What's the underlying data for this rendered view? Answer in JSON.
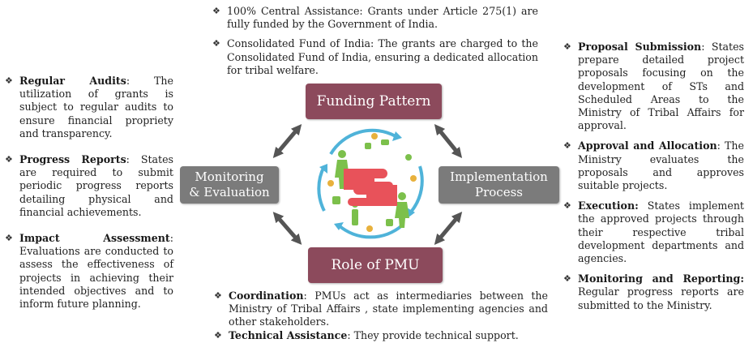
{
  "nodes": {
    "funding": "Funding Pattern",
    "implementation": [
      "Implementation",
      "Process"
    ],
    "pmu": "Role of PMU",
    "monitoring": [
      "Monitoring",
      "& Evaluation"
    ]
  },
  "top_block": [
    {
      "bold": "",
      "text": "100% Central Assistance: Grants under Article 275(1) are fully funded by the Government of India."
    },
    {
      "bold": "",
      "text": "Consolidated Fund of India: The grants are charged to the Consolidated Fund of India, ensuring a dedicated allocation for tribal welfare."
    }
  ],
  "left_block": [
    {
      "bold": "Regular Audits",
      "text": ": The utilization of grants is subject to regular audits to ensure financial propriety and transparency."
    },
    {
      "bold": "Progress Reports",
      "text": ": States are required to submit periodic progress reports detailing physical and financial achievements."
    },
    {
      "bold": "Impact Assessment",
      "text": ": Evaluations are conducted to assess the effectiveness of projects in achieving their intended objectives and to inform future planning."
    }
  ],
  "right_block": [
    {
      "bold": "Proposal Submission",
      "text": ": States prepare detailed project proposals focusing on the development of STs and Scheduled Areas to the Ministry of Tribal Affairs for approval."
    },
    {
      "bold": "Approval and Allocation",
      "text": ": The Ministry evaluates the proposals and approves suitable projects."
    },
    {
      "bold": "Execution:",
      "text": " States implement the approved projects through their respective tribal development departments and agencies."
    },
    {
      "bold": "Monitoring and Reporting:",
      "text": " Regular progress reports are submitted to the Ministry."
    }
  ],
  "bottom_block": [
    {
      "bold": "Coordination",
      "text": ": PMUs act as intermediaries between the Ministry of Tribal Affairs , state implementing agencies and other stakeholders."
    },
    {
      "bold": "Technical Assistance",
      "text": ": They provide technical support."
    }
  ],
  "colors": {
    "maroon": "#8c4a5c",
    "grey": "#7b7b7b",
    "arrow": "#555555",
    "hand_red": "#e8525a",
    "figure_green": "#7cc04b",
    "ring_blue": "#4fb3d9"
  },
  "icons": [
    "diamond-bullet-icon",
    "double-arrow-icon",
    "helping-hands-icon",
    "people-icon",
    "recycle-arrows-icon"
  ]
}
